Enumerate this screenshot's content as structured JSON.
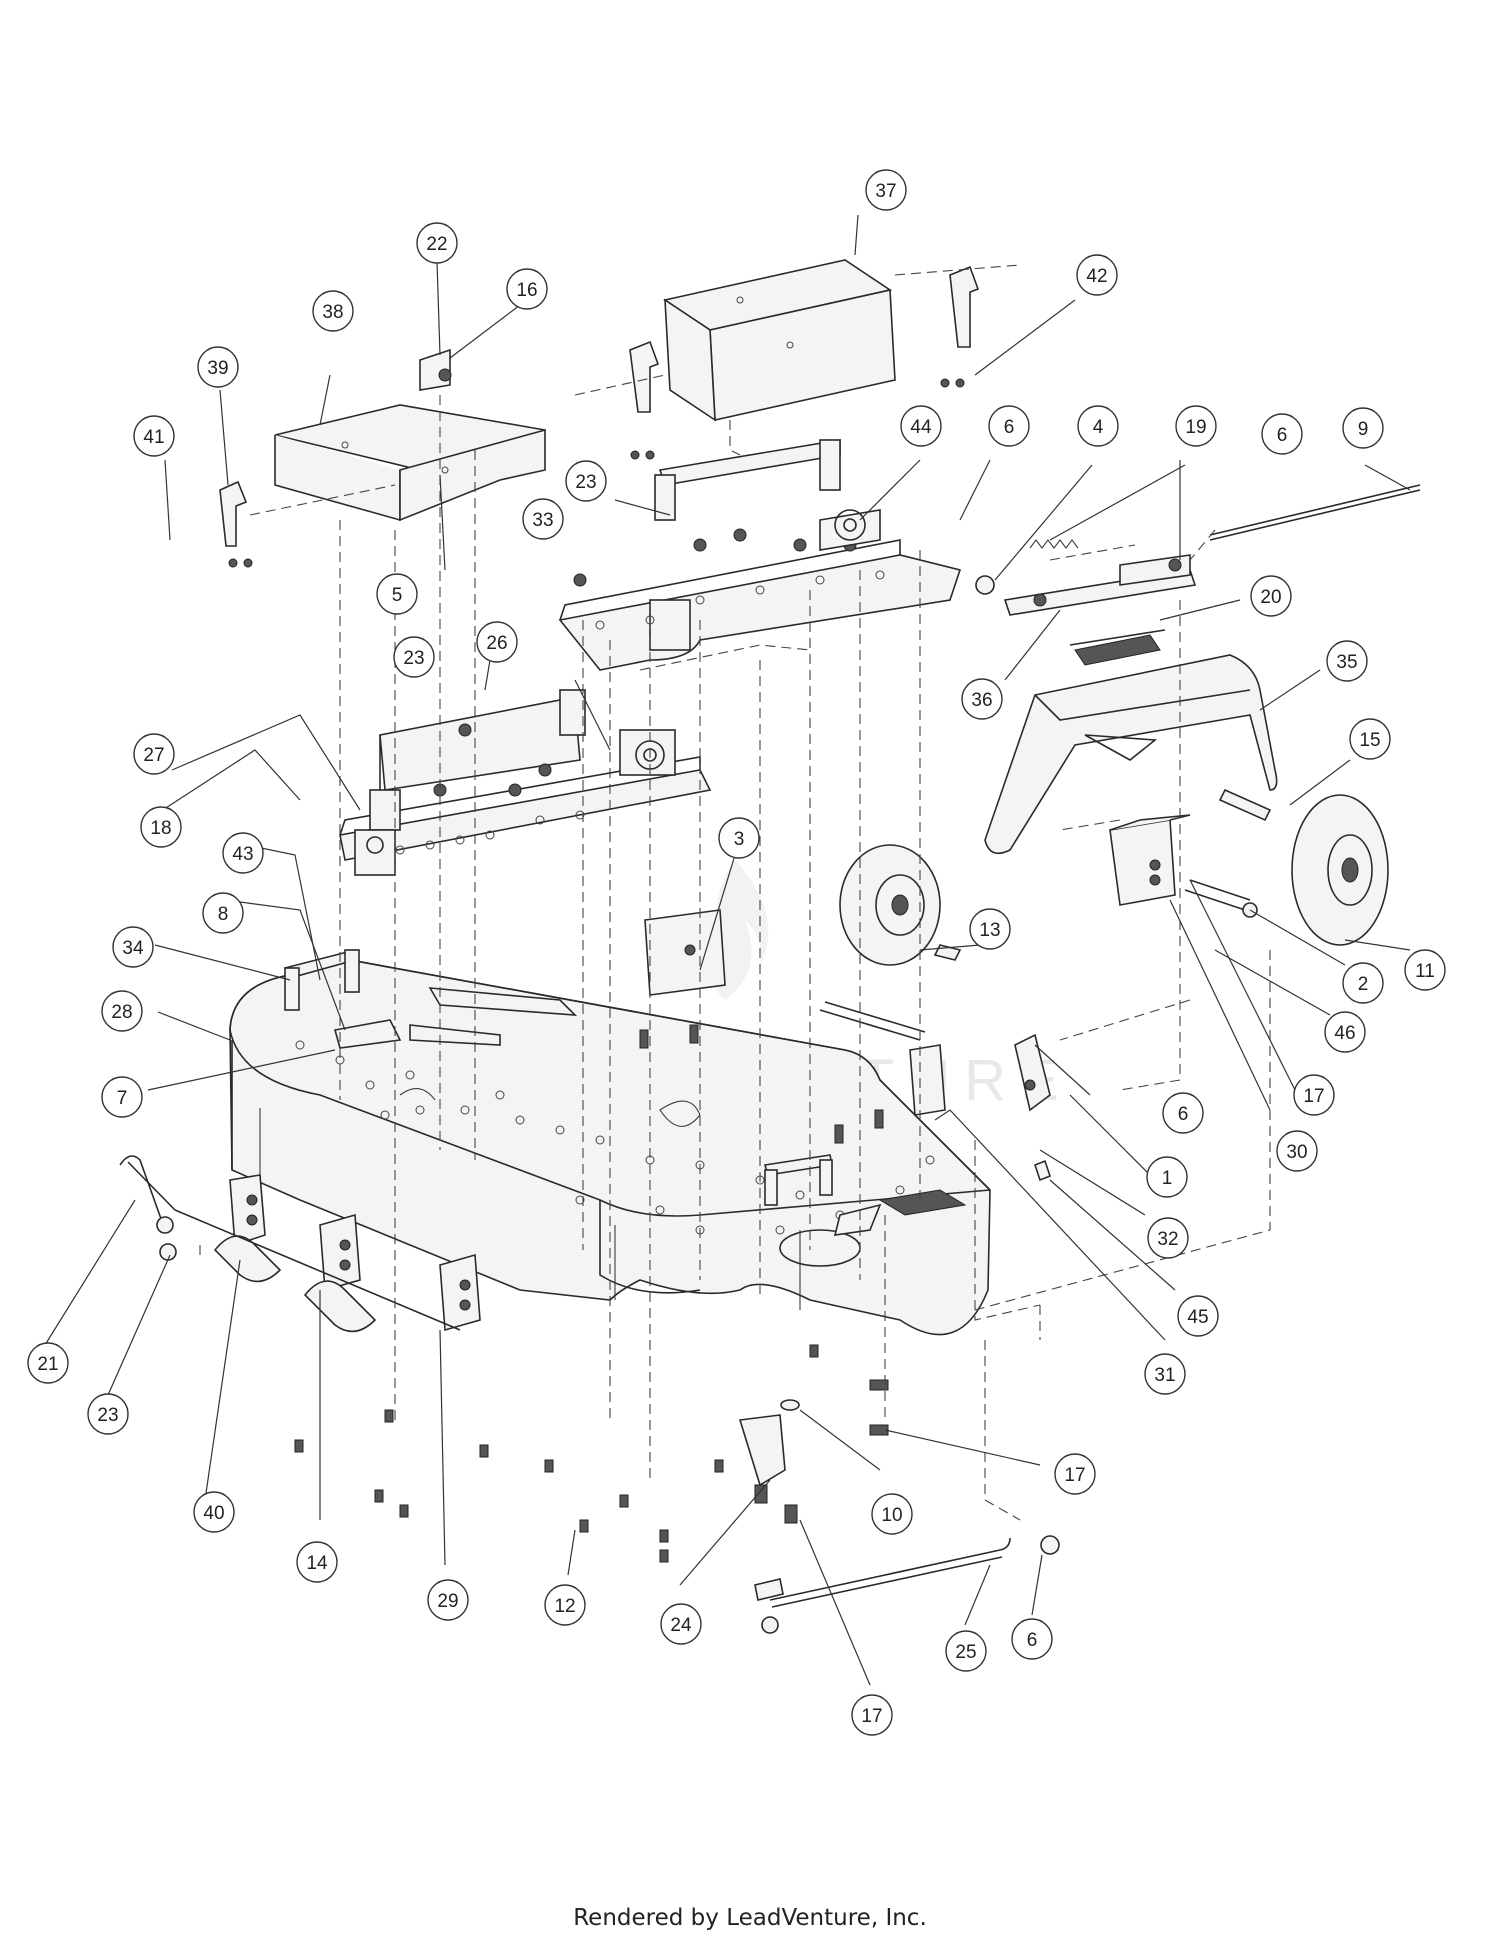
{
  "footer": "Rendered by LeadVenture, Inc.",
  "watermark": "LEADVENTURE",
  "callouts": [
    {
      "label": "37"
    },
    {
      "label": "22"
    },
    {
      "label": "16"
    },
    {
      "label": "42"
    },
    {
      "label": "38"
    },
    {
      "label": "39"
    },
    {
      "label": "41"
    },
    {
      "label": "44"
    },
    {
      "label": "6"
    },
    {
      "label": "4"
    },
    {
      "label": "19"
    },
    {
      "label": "6"
    },
    {
      "label": "9"
    },
    {
      "label": "23"
    },
    {
      "label": "33"
    },
    {
      "label": "5"
    },
    {
      "label": "20"
    },
    {
      "label": "23"
    },
    {
      "label": "26"
    },
    {
      "label": "36"
    },
    {
      "label": "35"
    },
    {
      "label": "27"
    },
    {
      "label": "18"
    },
    {
      "label": "15"
    },
    {
      "label": "43"
    },
    {
      "label": "3"
    },
    {
      "label": "13"
    },
    {
      "label": "8"
    },
    {
      "label": "34"
    },
    {
      "label": "11"
    },
    {
      "label": "2"
    },
    {
      "label": "28"
    },
    {
      "label": "46"
    },
    {
      "label": "7"
    },
    {
      "label": "6"
    },
    {
      "label": "17"
    },
    {
      "label": "30"
    },
    {
      "label": "1"
    },
    {
      "label": "32"
    },
    {
      "label": "45"
    },
    {
      "label": "21"
    },
    {
      "label": "31"
    },
    {
      "label": "23"
    },
    {
      "label": "17"
    },
    {
      "label": "40"
    },
    {
      "label": "10"
    },
    {
      "label": "14"
    },
    {
      "label": "29"
    },
    {
      "label": "12"
    },
    {
      "label": "24"
    },
    {
      "label": "25"
    },
    {
      "label": "6"
    },
    {
      "label": "17"
    }
  ]
}
